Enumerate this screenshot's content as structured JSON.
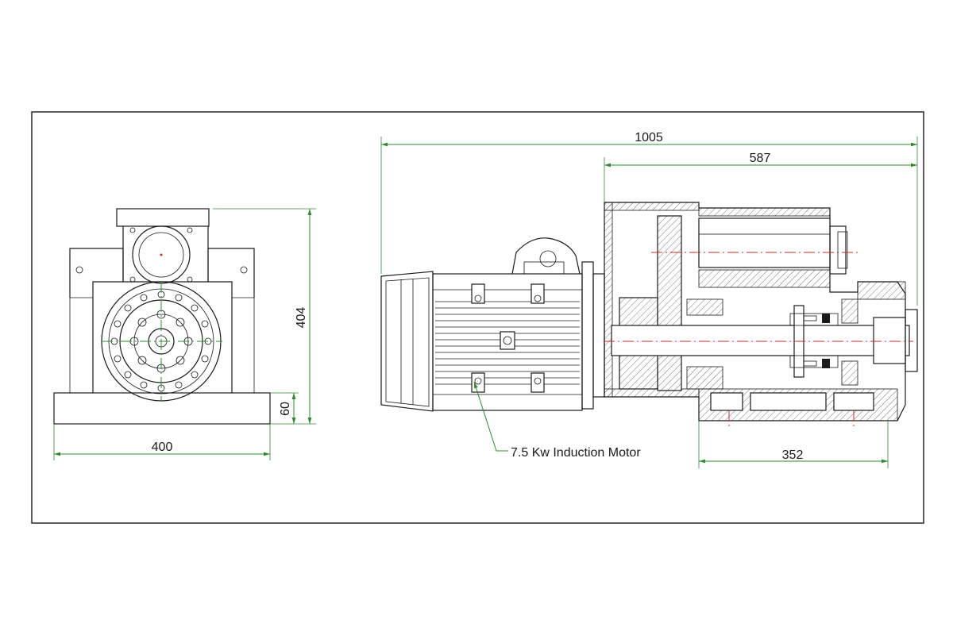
{
  "dimensions": {
    "overall_length": "1005",
    "gearbox_length": "587",
    "height": "404",
    "base_height": "60",
    "width": "400",
    "base_length": "352"
  },
  "labels": {
    "motor": "7.5 Kw Induction Motor"
  },
  "colors": {
    "dimension_lines": "#2e8b2e",
    "centerlines": "#cc2a2a",
    "outline": "#1a1a1a"
  }
}
